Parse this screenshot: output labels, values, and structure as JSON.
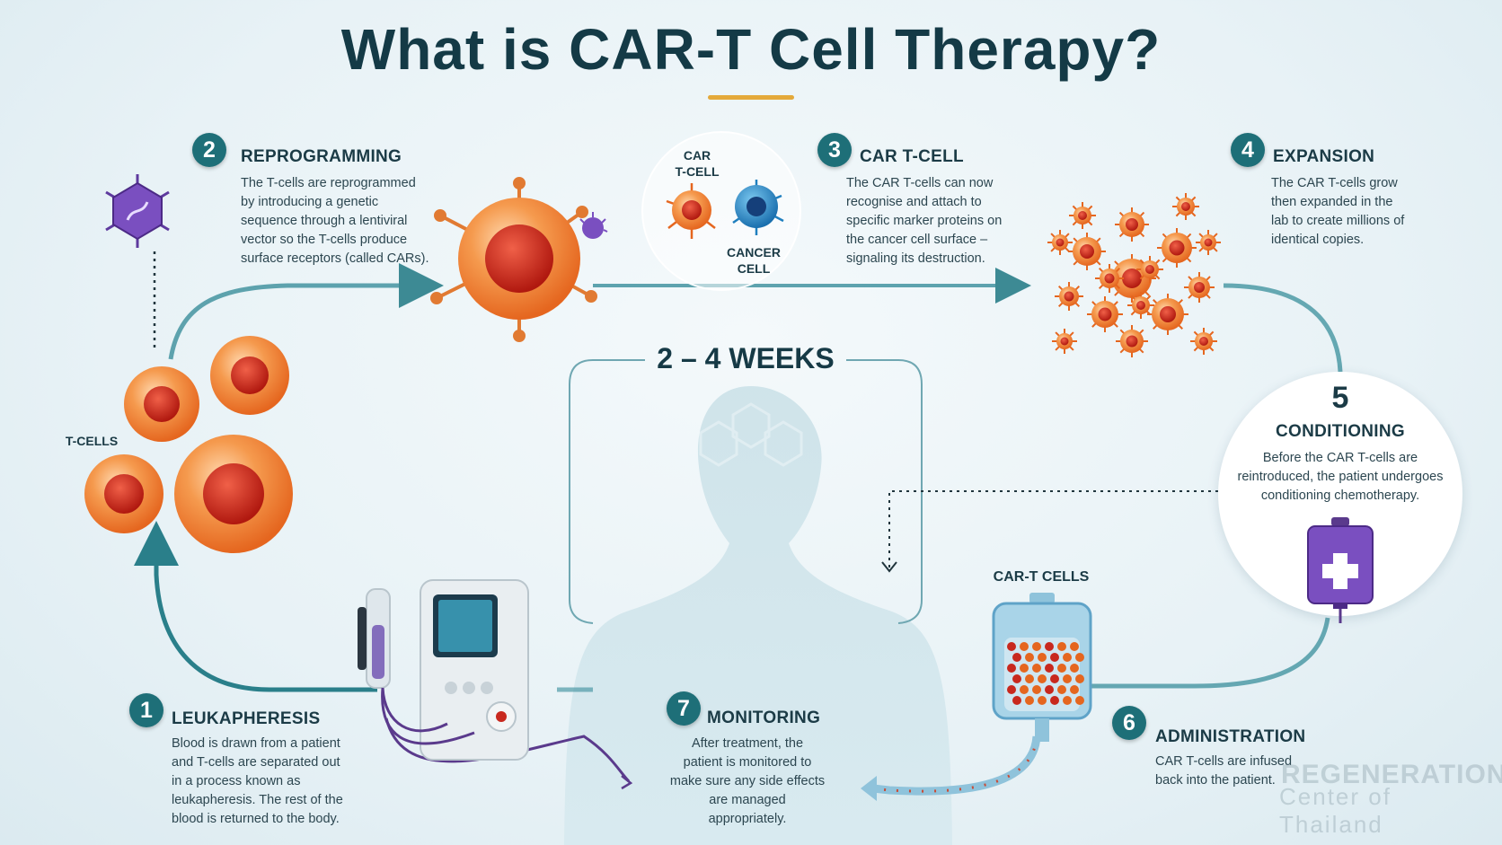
{
  "title": "What is CAR-T Cell Therapy?",
  "duration_label": "2 – 4 WEEKS",
  "labels": {
    "t_cells": "T-CELLS",
    "car_t_cell_a": "CAR",
    "car_t_cell_b": "T-CELL",
    "cancer_cell_a": "CANCER",
    "cancer_cell_b": "CELL",
    "car_t_cells_bag": "CAR-T CELLS"
  },
  "steps": [
    {
      "num": "1",
      "title": "LEUKAPHERESIS",
      "lines": [
        "Blood is drawn from a patient",
        "and T-cells are separated out",
        "in a process known as",
        "leukapheresis.  The rest of the",
        "blood is returned to the body."
      ]
    },
    {
      "num": "2",
      "title": "REPROGRAMMING",
      "lines": [
        "The T-cells are reprogrammed",
        "by introducing a genetic",
        "sequence through a lentiviral",
        "vector so the T-cells produce",
        "surface receptors (called CARs)."
      ]
    },
    {
      "num": "3",
      "title": "CAR T-CELL",
      "lines": [
        "The CAR T-cells can now",
        "recognise and attach to",
        "specific marker proteins on",
        "the cancer cell surface –",
        "signaling its destruction."
      ]
    },
    {
      "num": "4",
      "title": "EXPANSION",
      "lines": [
        "The CAR T-cells grow",
        "then expanded in the",
        "lab to create millions of",
        "identical copies."
      ]
    },
    {
      "num": "5",
      "title": "CONDITIONING",
      "lines": [
        "Before the CAR T-cells are",
        "reintroduced, the patient undergoes",
        "conditioning chemotherapy."
      ]
    },
    {
      "num": "6",
      "title": "ADMINISTRATION",
      "lines": [
        "CAR T-cells are infused",
        "back into the patient."
      ]
    },
    {
      "num": "7",
      "title": "MONITORING",
      "lines": [
        "After treatment, the",
        "patient is monitored to",
        "make sure any side effects",
        "are managed",
        "appropriately."
      ]
    }
  ],
  "watermark": {
    "line1": "REGENERATION",
    "line2": "Center of Thailand"
  },
  "colors": {
    "accent": "#1e6f78",
    "title_rule": "#e4a93a",
    "cell_orange": "#f07a2e",
    "cell_red": "#c8281e",
    "purple": "#6b3fa6",
    "blue_cell": "#1f7fbf"
  }
}
